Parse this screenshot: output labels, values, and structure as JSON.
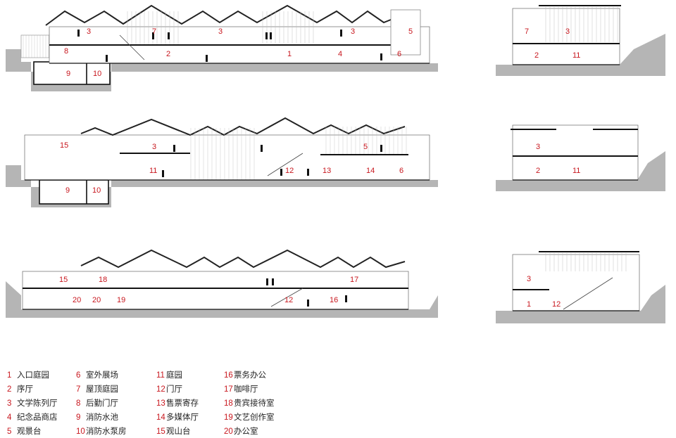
{
  "labels": {
    "s1": [
      "3",
      "7",
      "3",
      "3",
      "5",
      "8",
      "2",
      "1",
      "4",
      "6",
      "9",
      "10"
    ],
    "s2": [
      "15",
      "3",
      "5",
      "11",
      "12",
      "13",
      "14",
      "6",
      "9",
      "10"
    ],
    "s3": [
      "15",
      "18",
      "17",
      "20",
      "20",
      "19",
      "12",
      "16"
    ],
    "r1": [
      "7",
      "3",
      "2",
      "11"
    ],
    "r2": [
      "3",
      "2",
      "11"
    ],
    "r3": [
      "3",
      "1",
      "12"
    ]
  },
  "legend": [
    {
      "n": "1",
      "t": "入口庭园"
    },
    {
      "n": "2",
      "t": "序厅"
    },
    {
      "n": "3",
      "t": "文学陈列厅"
    },
    {
      "n": "4",
      "t": "纪念品商店"
    },
    {
      "n": "5",
      "t": "观景台"
    },
    {
      "n": "6",
      "t": "室外展场"
    },
    {
      "n": "7",
      "t": "屋顶庭园"
    },
    {
      "n": "8",
      "t": "后勤门厅"
    },
    {
      "n": "9",
      "t": "消防水池"
    },
    {
      "n": "10",
      "t": "消防水泵房"
    },
    {
      "n": "11",
      "t": "庭园"
    },
    {
      "n": "12",
      "t": "门厅"
    },
    {
      "n": "13",
      "t": "售票寄存"
    },
    {
      "n": "14",
      "t": "多媒体厅"
    },
    {
      "n": "15",
      "t": "观山台"
    },
    {
      "n": "16",
      "t": "票务办公"
    },
    {
      "n": "17",
      "t": "咖啡厅"
    },
    {
      "n": "18",
      "t": "贵宾接待室"
    },
    {
      "n": "19",
      "t": "文艺创作室"
    },
    {
      "n": "20",
      "t": "办公室"
    }
  ]
}
